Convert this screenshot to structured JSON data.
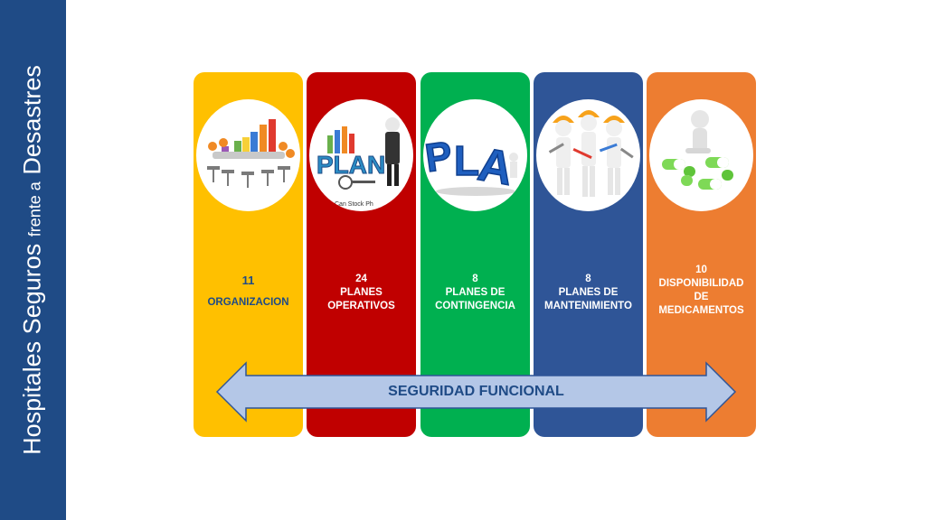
{
  "side_title": {
    "main": "Hospitales Seguros",
    "small": "frente a",
    "tail": "Desastres"
  },
  "colors": {
    "sidebar": "#1f4b86",
    "yellow": "#ffc000",
    "red": "#c00000",
    "green": "#00b050",
    "blue": "#2f5597",
    "orange": "#ed7d31"
  },
  "cards": [
    {
      "id": "organizacion",
      "number": "11",
      "line1": "ORGANIZACION",
      "line2": "",
      "line3": "",
      "icon": "meeting-chart-icon"
    },
    {
      "id": "planes-operativos",
      "number": "24",
      "line1": "PLANES",
      "line2": "OPERATIVOS",
      "line3": "",
      "icon": "plan-businessman-icon",
      "watermark": "Can Stock Ph"
    },
    {
      "id": "planes-contingencia",
      "number": "8",
      "line1": "PLANES DE",
      "line2": "CONTINGENCIA",
      "line3": "",
      "icon": "plan-letters-icon"
    },
    {
      "id": "planes-mantenimiento",
      "number": "8",
      "line1": "PLANES DE",
      "line2": "MANTENIMIENTO",
      "line3": "",
      "icon": "workers-tools-icon"
    },
    {
      "id": "medicamentos",
      "number": "10",
      "line1": "DISPONIBILIDAD",
      "line2": "DE",
      "line3": "MEDICAMENTOS",
      "icon": "figure-on-pills-icon"
    }
  ],
  "arrow_label": "SEGURIDAD FUNCIONAL"
}
